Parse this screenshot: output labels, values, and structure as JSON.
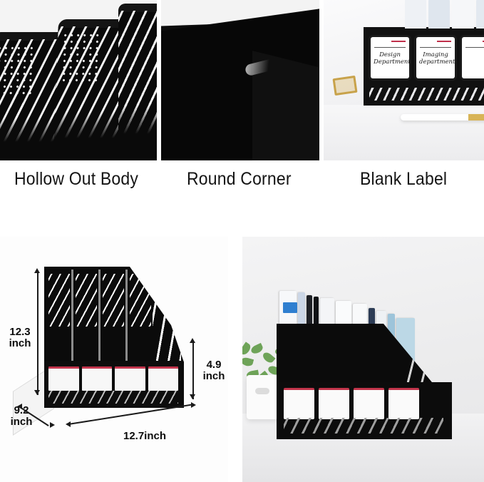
{
  "features": [
    {
      "caption": "Hollow Out Body"
    },
    {
      "caption": "Round Corner"
    },
    {
      "caption": "Blank Label"
    }
  ],
  "label_panel": {
    "cards": [
      {
        "text": "Design\nDepartment"
      },
      {
        "text": "Imaging\ndepartment"
      },
      {
        "text": ""
      }
    ],
    "accent_color": "#c0304a",
    "binder_colors": [
      "#eef1f5",
      "#dfe6ee",
      "#f6f7f9",
      "#e3e9f0",
      "#cfd9e6",
      "#f2f4f7"
    ]
  },
  "dimensions": {
    "height": "12.3\ninch",
    "depth": "9.2\ninch",
    "width": "12.7inch",
    "base_height": "4.9\ninch",
    "compartments": 4,
    "label_accent": "#c4354d"
  },
  "scene": {
    "binder_colors": [
      "#f7f8fa",
      "#cbd6e6",
      "#1d1f24",
      "#0f1114",
      "#f4f5f7",
      "#fafbfc",
      "#f8f9fa",
      "#2c3c55",
      "#eef1f4",
      "#9dc4da",
      "#bcd8e6"
    ],
    "binder_tag_color": "#2f7fd0",
    "plant_color": "#6ea358",
    "pot_color": "#fbfbfb",
    "label_accent": "#c2354b"
  },
  "colors": {
    "product": "#0b0b0b",
    "background": "#ffffff",
    "panel_background": "#f2f2f2",
    "caption_text": "#141414"
  }
}
